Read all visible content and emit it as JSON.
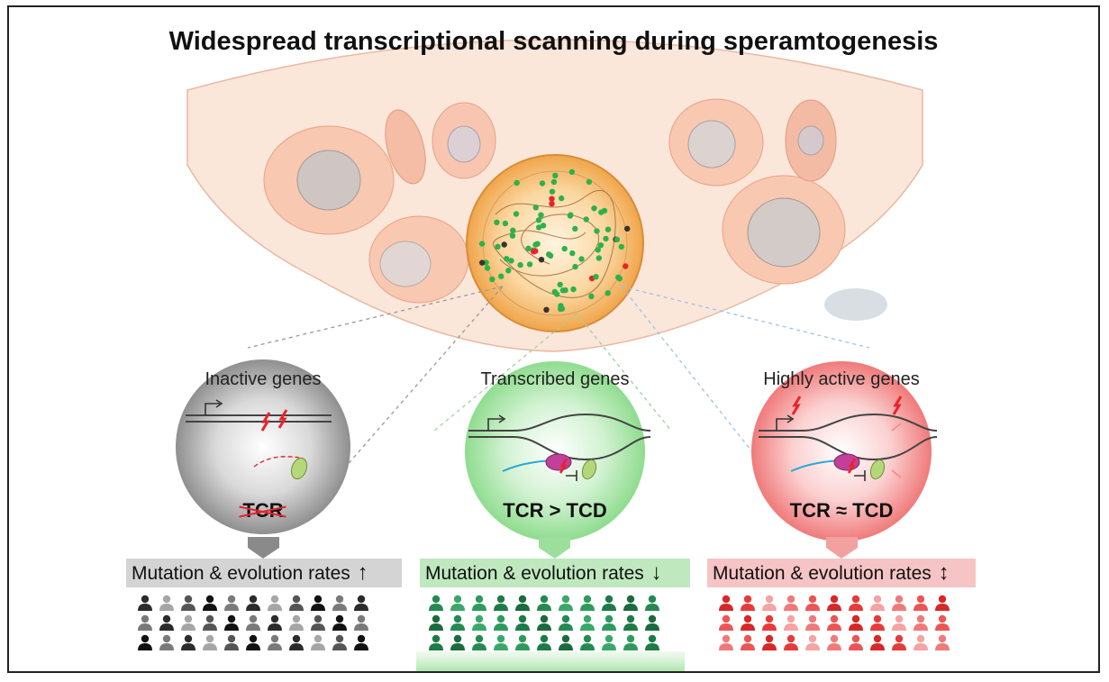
{
  "title": "Widespread transcriptional scanning during speramtogenesis",
  "panels": [
    {
      "title": "Inactive genes",
      "tcr_label": "TCR",
      "tcr_struck": true,
      "rates_label": "Mutation & evolution rates",
      "rates_arrow": "↑",
      "accent": "#8a8a8a",
      "bar_color": "#d4d4d4",
      "people_colors": [
        "#2b2b2b",
        "#555555",
        "#7a7a7a",
        "#a6a6a6",
        "#111111"
      ]
    },
    {
      "title": "Transcribed genes",
      "tcr_label": "TCR > TCD",
      "tcr_struck": false,
      "rates_label": "Mutation & evolution rates",
      "rates_arrow": "↓",
      "accent": "#7ad07a",
      "bar_color": "#bfe8bf",
      "people_colors": [
        "#1e7a46",
        "#248a52",
        "#2f9a5e",
        "#1a6b3d",
        "#3aa86a"
      ]
    },
    {
      "title": "Highly active genes",
      "tcr_label": "TCR ≈ TCD",
      "tcr_struck": false,
      "rates_label": "Mutation & evolution rates",
      "rates_arrow": "↕",
      "accent": "#f08a8a",
      "bar_color": "#f6c4c4",
      "people_colors": [
        "#e63b3b",
        "#f07a7a",
        "#d62828",
        "#f5a3a3",
        "#ec5555"
      ]
    }
  ],
  "colors": {
    "tissue": "#fbe3d6",
    "cell": "#f7c9ad",
    "nucleus_center": "#f6b65a",
    "dna_green": "#2db24a",
    "dna_red": "#e8232b",
    "dna_black": "#333333",
    "polymerase": "#c2409a",
    "repair_protein": "#9ccc65",
    "rna": "#2aa8d8",
    "damage": "#e8232b"
  }
}
